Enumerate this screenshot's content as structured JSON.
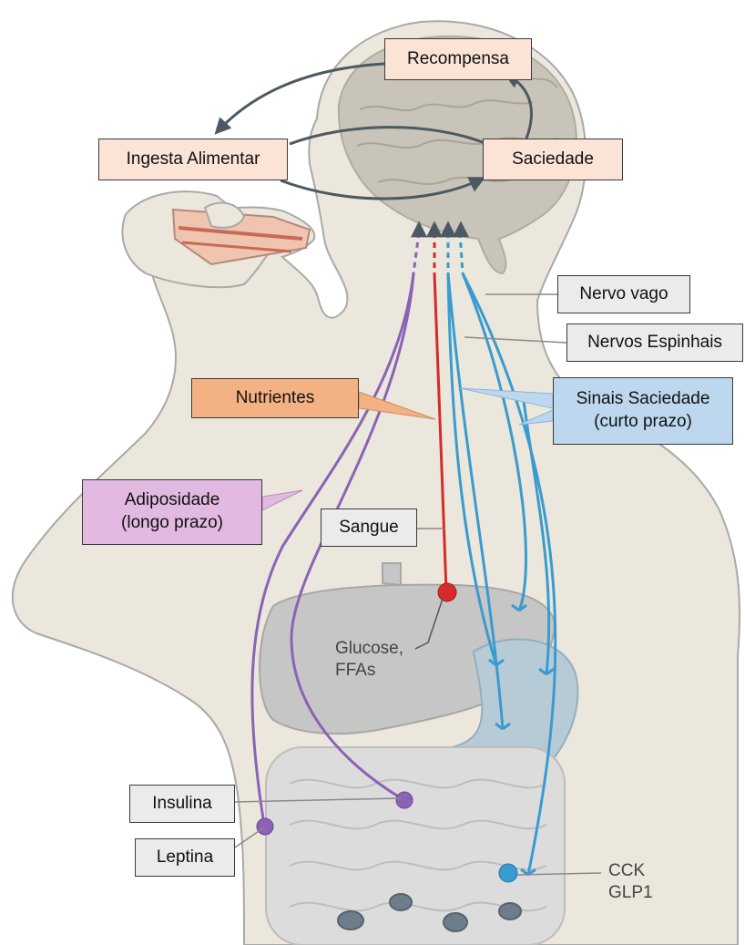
{
  "labels": {
    "recompensa": "Recompensa",
    "ingesta": "Ingesta Alimentar",
    "saciedade": "Saciedade",
    "nervo_vago": "Nervo vago",
    "nervos_espinhais": "Nervos Espinhais",
    "nutrientes": "Nutrientes",
    "sinais_saciedade": "Sinais Saciedade\n(curto prazo)",
    "adiposidade": "Adiposidade\n(longo prazo)",
    "sangue": "Sangue",
    "glucose": "Glucose,\nFFAs",
    "insulina": "Insulina",
    "leptina": "Leptina",
    "cck_glp1": "CCK\nGLP1"
  },
  "colors": {
    "body": "#ebe7dc",
    "body_outline": "#a9a9a9",
    "brain": "#c9c4ba",
    "organ_grey": "#c6c6c6",
    "stomach": "#b7cbd7",
    "vagal_nerve": "#3a9bd0",
    "blood": "#d52b2b",
    "adiposity": "#8a63b5",
    "arrow": "#4d5962",
    "box_pink": "#fbe3d6",
    "box_grey": "#ebebeb",
    "box_orange": "#f4b183",
    "box_blue": "#bdd7ee",
    "box_purple": "#e2b9e1"
  }
}
